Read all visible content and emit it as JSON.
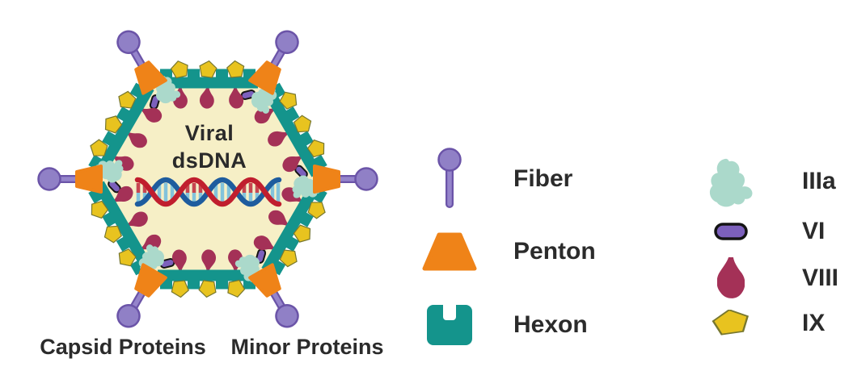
{
  "virus": {
    "title_line1": "Viral",
    "title_line2": "dsDNA",
    "caption_left": "Capsid Proteins",
    "caption_right": "Minor Proteins"
  },
  "legend": {
    "capsid_items": [
      {
        "icon": "fiber-icon",
        "label": "Fiber"
      },
      {
        "icon": "penton-icon",
        "label": "Penton"
      },
      {
        "icon": "hexon-icon",
        "label": "Hexon"
      }
    ],
    "minor_items": [
      {
        "icon": "protein-IIIa-icon",
        "label": "IIIa"
      },
      {
        "icon": "protein-VI-icon",
        "label": "VI"
      },
      {
        "icon": "protein-VIII-icon",
        "label": "VIII"
      },
      {
        "icon": "protein-IX-icon",
        "label": "IX"
      }
    ]
  },
  "colors": {
    "hexon_teal": "#14948C",
    "penton_orange": "#EF8318",
    "fiber_purple": "#9080C6",
    "fiber_purple_dark": "#6B54A8",
    "protein_IIIa_mint": "#ABD9CB",
    "protein_VI_purple": "#7C60BC",
    "protein_VIII_maroon": "#A43157",
    "protein_IX_gold": "#E8C31F",
    "capsid_interior": "#F6EFC6",
    "dna_red": "#C01E2E",
    "dna_blue": "#1E5C9E",
    "label_text": "#2B2B2B"
  }
}
